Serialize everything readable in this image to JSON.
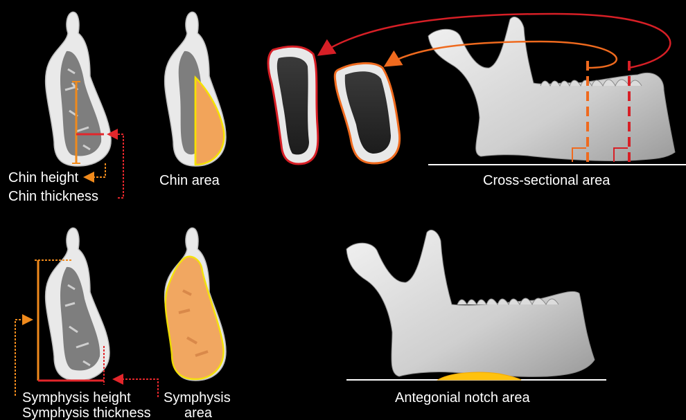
{
  "labels": {
    "chin_height": "Chin height",
    "chin_thickness": "Chin thickness",
    "chin_area": "Chin area",
    "cross_sectional_area": "Cross-sectional area",
    "symphysis_height": "Symphysis height",
    "symphysis_thickness": "Symphysis thickness",
    "symphysis_area_line1": "Symphysis",
    "symphysis_area_line2": "area",
    "antegonial_notch_area": "Antegonial notch area"
  },
  "colors": {
    "background": "#000000",
    "bone": "#e6e6e6",
    "cortical_edge": "#cfcfcf",
    "trabecular": "#5f5f5f",
    "height_orange": "#f08a1c",
    "thickness_red": "#e3262b",
    "area_fill_orange": "#f2a45a",
    "area_outline_yellow": "#f5e100",
    "section_red": "#d71f26",
    "section_orange": "#ef6a1e",
    "baseline": "#ffffff",
    "notch_fill": "#ffc20e"
  }
}
